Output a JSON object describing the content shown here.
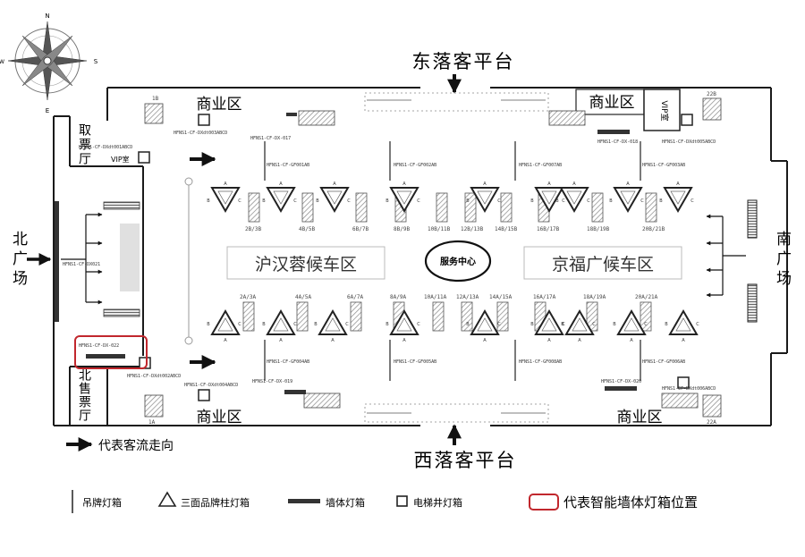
{
  "compass": {
    "n": "N",
    "s": "S",
    "e": "E",
    "w": "W"
  },
  "platforms": {
    "east": "东落客平台",
    "west": "西落客平台"
  },
  "zones": {
    "commerce_top_left": "商业区",
    "commerce_top_right": "商业区",
    "commerce_bottom_left": "商业区",
    "commerce_bottom_right": "商业区",
    "vip_left": "VIP室",
    "vip_right": "VIP室",
    "ticket_pickup": "取票厅",
    "ticket_sale": "北售票厅",
    "north_plaza": "北广场",
    "south_plaza": "南广场",
    "waiting_left": "沪汉蓉候车区",
    "waiting_right": "京福广候车区",
    "service_center": "服务中心"
  },
  "gate_numbers": {
    "top_small": [
      "1B",
      "22B"
    ],
    "bottom_small": [
      "1A",
      "22A"
    ],
    "top_row": [
      "2B/3B",
      "4B/5B",
      "6B/7B",
      "8B/9B",
      "10B/11B",
      "12B/13B",
      "14B/15B",
      "16B/17B",
      "18B/19B",
      "20B/21B"
    ],
    "bottom_row": [
      "2A/3A",
      "4A/5A",
      "6A/7A",
      "8A/9A",
      "10A/11A",
      "12A/13A",
      "14A/15A",
      "16A/17A",
      "18A/19A",
      "20A/21A"
    ]
  },
  "codes": {
    "top": [
      "HFNS1-CF-DXdt003ABCD",
      "HFNS1-CF-DX-017",
      "HFNS1-CF-GF001AB",
      "HFNS1-CF-GF002AB",
      "HFNS1-CF-GF007AB",
      "HFNS1-CF-GF003AB",
      "HFNS1-CF-DX-018",
      "HFNS1-CF-DXdt005ABCD",
      "HFNS1-CF-DXdt001ABCD",
      "HFNS1-CF-DX021"
    ],
    "bottom": [
      "HFNS1-CF-DX-022",
      "HFNS1-CF-DXdt002ABCD",
      "HFNS1-CF-DXdt004ABCD",
      "HFNS1-CF-DX-019",
      "HFNS1-CF-GF004AB",
      "HFNS1-CF-GF005AB",
      "HFNS1-CF-GF008AB",
      "HFNS1-CF-GF006AB",
      "HFNS1-CF-DX-020",
      "HFNS1-CF-DXdt006ABCD"
    ]
  },
  "pillar_letters": [
    "A",
    "B",
    "C"
  ],
  "legend": {
    "flow": "代表客流走向",
    "hanging": "吊牌灯箱",
    "pillar": "三面品牌柱灯箱",
    "wall": "墙体灯箱",
    "elevator": "电梯井灯箱",
    "smart": "代表智能墙体灯箱位置"
  },
  "colors": {
    "highlight": "#c1272d",
    "line": "#1a1a1a",
    "hatch": "#777777"
  }
}
